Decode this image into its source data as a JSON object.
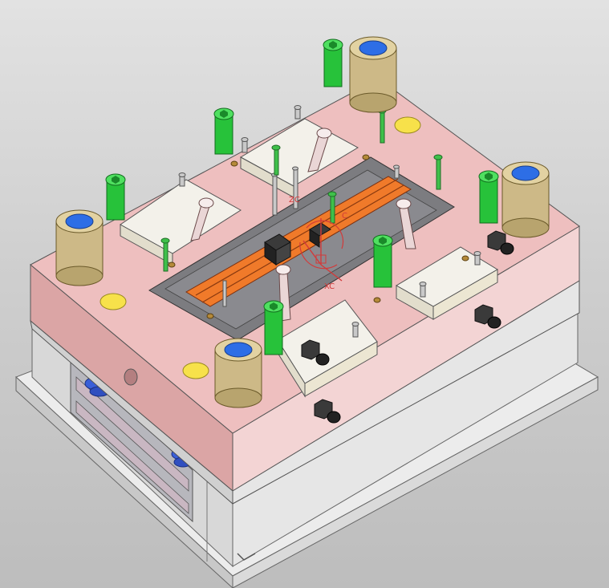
{
  "viewport": {
    "background_top": "#e2e2e2",
    "background_bottom": "#bdbdbd"
  },
  "triad": {
    "x_label": "XC",
    "z_label": "ZC",
    "y_label": "C",
    "color": "#d23a3a"
  },
  "colors": {
    "clamp_plate_pink": "#e8b5b5",
    "cavity_plate_pink": "#dba5a5",
    "steel_grey": "#d6d6d6",
    "insert_white": "#f3f1ea",
    "bushing_bronze": "#d8c79a",
    "bushing_bore_blue": "#2d6ee6",
    "screw_green": "#27c23a",
    "marker_yellow": "#f7e14a",
    "runner_orange": "#f07a2a",
    "plate_grey_dark": "#7c7c80"
  },
  "icons": [
    "hex-socket-screw-icon",
    "guide-bushing-icon",
    "water-fitting-icon",
    "wcs-triad-icon"
  ]
}
